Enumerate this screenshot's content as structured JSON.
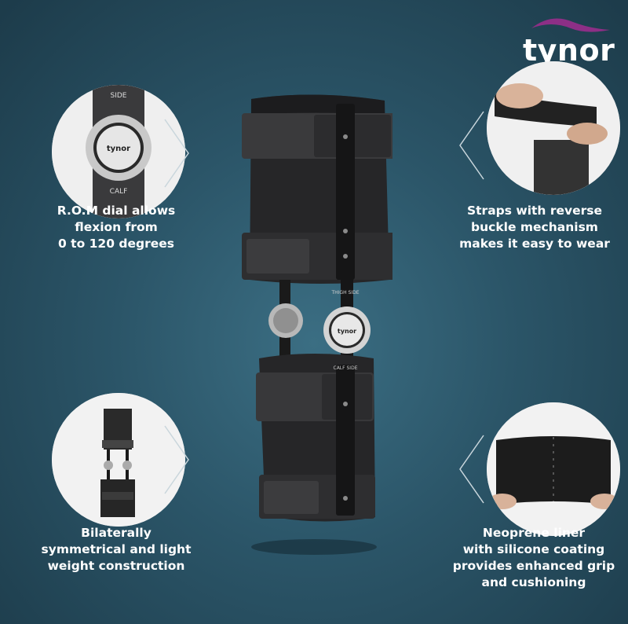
{
  "brand": {
    "name": "tynor",
    "swoosh_color": "#8d2f86"
  },
  "product_labels": {
    "thigh_side": "THIGH SIDE",
    "calf_side": "CALF SIDE",
    "dial_brand": "tynor"
  },
  "features": {
    "rom_dial": {
      "lines": [
        "R.O.M dial allows",
        "flexion from",
        "0 to 120 degrees"
      ],
      "inset_labels": [
        "SIDE",
        "CALF",
        "tynor"
      ]
    },
    "straps": {
      "lines": [
        "Straps with reverse",
        "buckle mechanism",
        "makes it easy to wear"
      ]
    },
    "bilateral": {
      "lines": [
        "Bilaterally",
        "symmetrical and light",
        "weight construction"
      ]
    },
    "liner": {
      "lines": [
        "Neoprene liner",
        "with silicone coating",
        "provides enhanced grip",
        "and cushioning"
      ]
    }
  },
  "colors": {
    "background": "#2b5568",
    "text": "#ffffff",
    "brace": "#1e1e20"
  }
}
